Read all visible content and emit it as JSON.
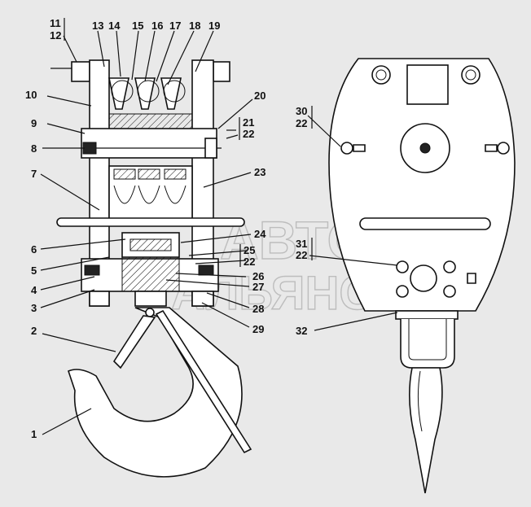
{
  "left_labels": [
    {
      "id": "1",
      "text": "1"
    },
    {
      "id": "2",
      "text": "2"
    },
    {
      "id": "3",
      "text": "3"
    },
    {
      "id": "4",
      "text": "4"
    },
    {
      "id": "5",
      "text": "5"
    },
    {
      "id": "6",
      "text": "6"
    },
    {
      "id": "7",
      "text": "7"
    },
    {
      "id": "8",
      "text": "8"
    },
    {
      "id": "9",
      "text": "9"
    },
    {
      "id": "10",
      "text": "10"
    },
    {
      "id": "11",
      "text": "11"
    },
    {
      "id": "12",
      "text": "12"
    },
    {
      "id": "13",
      "text": "13"
    },
    {
      "id": "14",
      "text": "14"
    },
    {
      "id": "15",
      "text": "15"
    },
    {
      "id": "16",
      "text": "16"
    },
    {
      "id": "17",
      "text": "17"
    },
    {
      "id": "18",
      "text": "18"
    },
    {
      "id": "19",
      "text": "19"
    },
    {
      "id": "20",
      "text": "20"
    },
    {
      "id": "21",
      "text": "21"
    },
    {
      "id": "22a",
      "text": "22"
    },
    {
      "id": "23",
      "text": "23"
    },
    {
      "id": "24",
      "text": "24"
    },
    {
      "id": "25",
      "text": "25"
    },
    {
      "id": "22b",
      "text": "22"
    },
    {
      "id": "26",
      "text": "26"
    },
    {
      "id": "27",
      "text": "27"
    },
    {
      "id": "28",
      "text": "28"
    },
    {
      "id": "29",
      "text": "29"
    }
  ],
  "right_labels": [
    {
      "id": "30",
      "text": "30"
    },
    {
      "id": "22c",
      "text": "22"
    },
    {
      "id": "31",
      "text": "31"
    },
    {
      "id": "22d",
      "text": "22"
    },
    {
      "id": "32",
      "text": "32"
    }
  ],
  "watermark": {
    "line1": "АВТО",
    "line2": "АЛЬЯНС"
  }
}
